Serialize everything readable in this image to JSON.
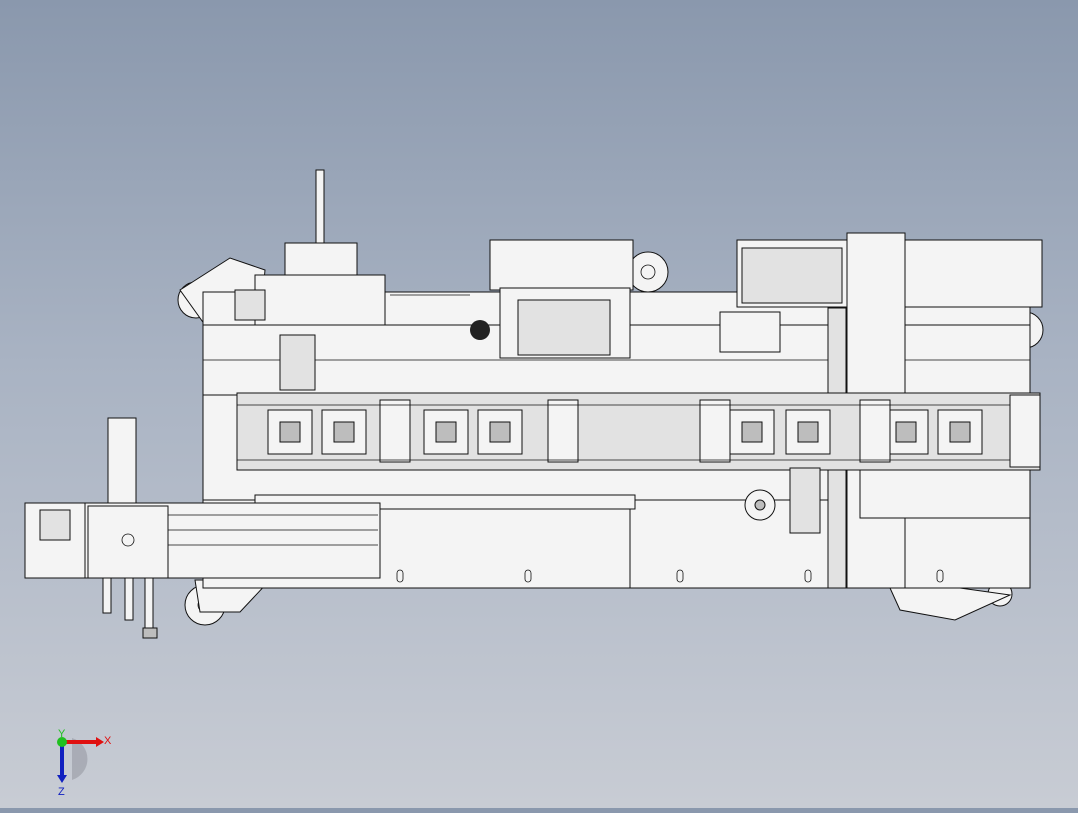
{
  "viewport": {
    "background_top": "#8a98ad",
    "background_bottom": "#c8ccd4"
  },
  "triad": {
    "x_label": "X",
    "y_label": "Y",
    "z_label": "Z",
    "x_color": "#e01010",
    "y_color": "#20c020",
    "z_color": "#1020c0"
  }
}
